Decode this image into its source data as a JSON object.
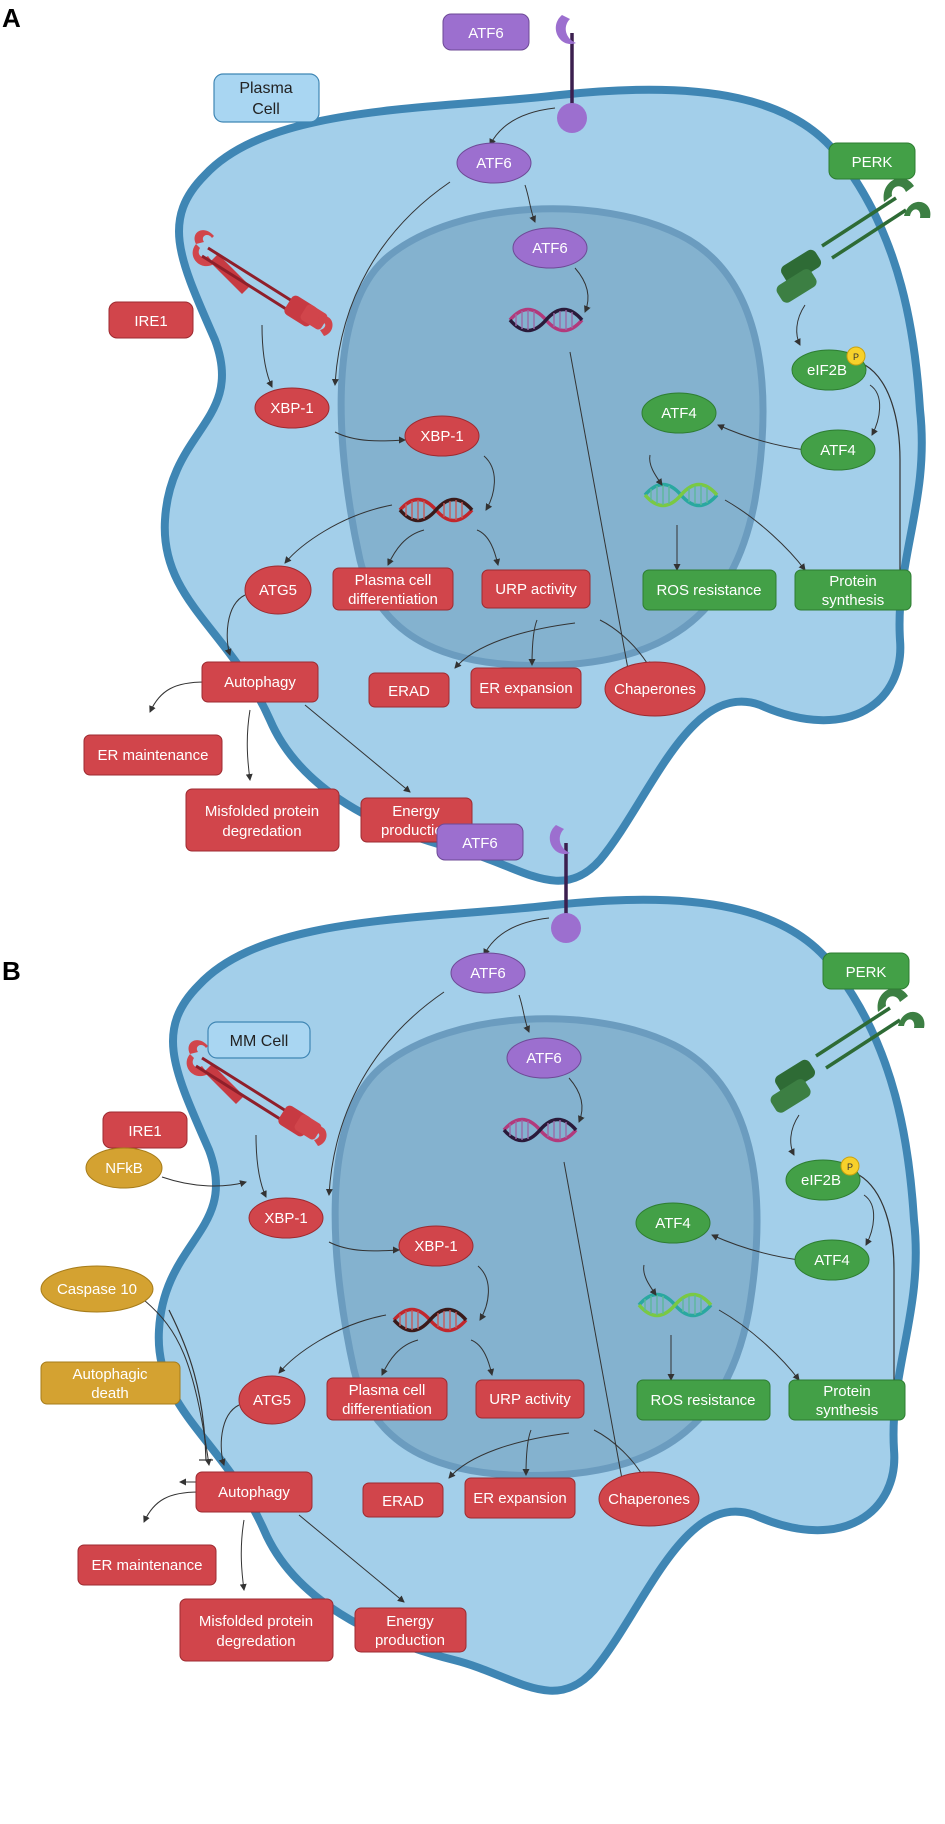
{
  "panels": [
    {
      "letter": "A",
      "cell_label": [
        "Plasma",
        "Cell"
      ],
      "atf6_receptor": "ATF6",
      "atf6_cyto": "ATF6",
      "atf6_nuc": "ATF6",
      "perk": "PERK",
      "ire1": "IRE1",
      "eif2b": "eIF2B",
      "phospho": "P",
      "atf4_cyto": "ATF4",
      "atf4_nuc": "ATF4",
      "xbp1_cyto": "XBP-1",
      "xbp1_nuc": "XBP-1",
      "atg5": "ATG5",
      "plasma_diff": [
        "Plasma cell",
        "differentiation"
      ],
      "urp": "URP activity",
      "ros": "ROS resistance",
      "protein_synth": [
        "Protein",
        "synthesis"
      ],
      "autophagy": "Autophagy",
      "erad": "ERAD",
      "er_expansion": "ER expansion",
      "chaperones": "Chaperones",
      "er_maintenance": "ER maintenance",
      "misfolded": [
        "Misfolded protein",
        "degredation"
      ],
      "energy": [
        "Energy",
        "production"
      ]
    },
    {
      "letter": "B",
      "cell_label": [
        "MM Cell"
      ],
      "atf6_receptor": "ATF6",
      "atf6_cyto": "ATF6",
      "atf6_nuc": "ATF6",
      "perk": "PERK",
      "ire1": "IRE1",
      "eif2b": "eIF2B",
      "phospho": "P",
      "atf4_cyto": "ATF4",
      "atf4_nuc": "ATF4",
      "xbp1_cyto": "XBP-1",
      "xbp1_nuc": "XBP-1",
      "atg5": "ATG5",
      "plasma_diff": [
        "Plasma cell",
        "differentiation"
      ],
      "urp": "URP activity",
      "ros": "ROS resistance",
      "protein_synth": [
        "Protein",
        "synthesis"
      ],
      "autophagy": "Autophagy",
      "erad": "ERAD",
      "er_expansion": "ER expansion",
      "chaperones": "Chaperones",
      "er_maintenance": "ER maintenance",
      "misfolded": [
        "Misfolded protein",
        "degredation"
      ],
      "energy": [
        "Energy",
        "production"
      ],
      "nfkb": "NFkB",
      "caspase10": "Caspase 10",
      "autophagic_death": [
        "Autophagic",
        "death"
      ]
    }
  ],
  "colors": {
    "cell_fill": "#a3cfea",
    "cell_border": "#3f86b4",
    "nucleus_fill": "#84b2cf",
    "nucleus_border": "#6b9cbf",
    "ire1_red": "#d1454b",
    "perk_green": "#43a047",
    "atf6_purple": "#9c6fcf",
    "gold": "#d4a231",
    "label_blue": "#a9d6f2"
  }
}
